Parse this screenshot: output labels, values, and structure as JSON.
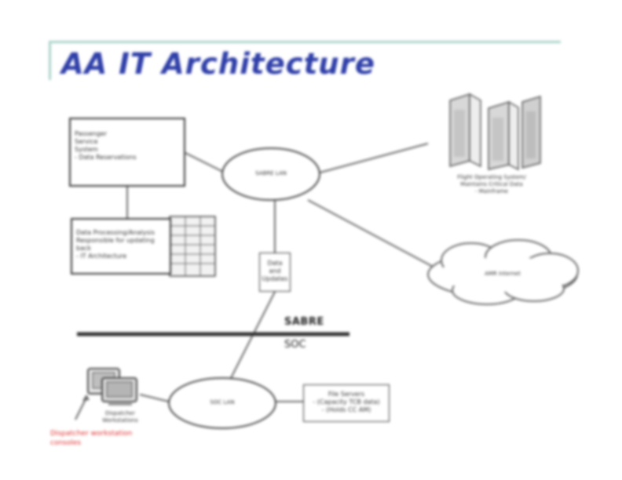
{
  "slide": {
    "title": "AA IT Architecture"
  },
  "nodes": {
    "pss_box": {
      "lines": [
        "Passenger",
        "Service",
        "System",
        "- Data Reservations"
      ]
    },
    "second_box": {
      "lines": [
        "Data Processing/Analysis",
        "Responsible for updating",
        "back",
        "- IT Architecture"
      ]
    },
    "sabre_lan": {
      "label": "SABRE LAN"
    },
    "soc_lan": {
      "label": "SOC LAN"
    },
    "router": {
      "lines": [
        "Data",
        "and",
        "Updates"
      ]
    },
    "mainframe": {
      "lines": [
        "Flight Operating System/",
        "Maintains Critical Data",
        "- Mainframe"
      ]
    },
    "internet": {
      "label": "AMR Internet"
    },
    "file_servers": {
      "lines": [
        "File Servers",
        "- (Capacity TCB data)",
        "- (Holds CC AM)"
      ]
    },
    "workstation": {
      "lines": [
        "Dispatcher",
        "Workstations"
      ]
    }
  },
  "boundary": {
    "upper_label": "SABRE",
    "lower_label": "SOC"
  },
  "note": {
    "lines": [
      "Dispatcher workstation",
      "consoles"
    ]
  },
  "colors": {
    "title": "#2f3fa8",
    "title_rule": "#a9d3c9",
    "note": "#e03030"
  }
}
